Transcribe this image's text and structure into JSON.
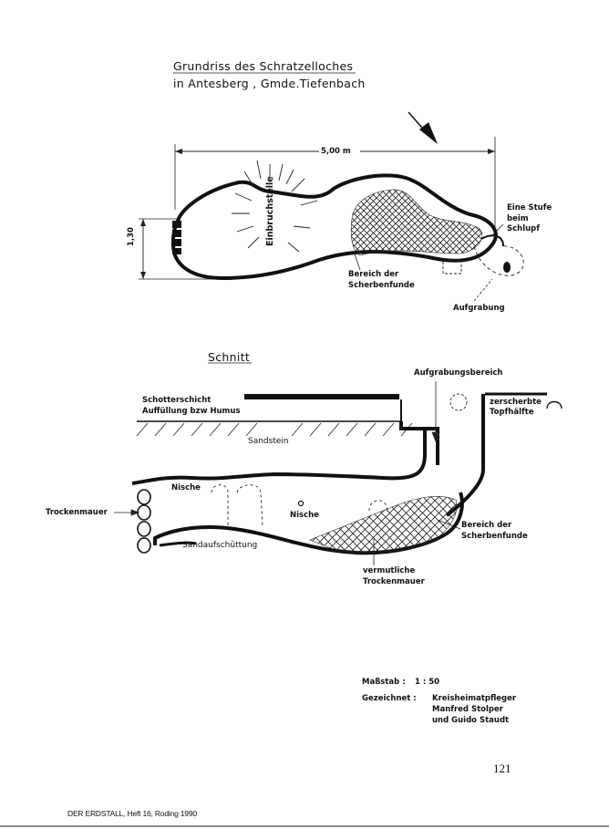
{
  "plan": {
    "title_line1": "Grundriss des Schratzelloches",
    "title_line2": "in Antesberg , Gmde.Tiefenbach",
    "north": "N",
    "dimension_width": "5,00 m",
    "dimension_height": "1,30",
    "label_einbruchstelle": "Einbruchstelle",
    "label_stufe_1": "Eine Stufe",
    "label_stufe_2": "beim",
    "label_stufe_3": "Schlupf",
    "label_scherben_1": "Bereich der",
    "label_scherben_2": "Scherbenfunde",
    "label_aufgrabung": "Aufgrabung"
  },
  "section": {
    "title": "Schnitt",
    "label_aufgrabungsbereich": "Aufgrabungsbereich",
    "label_schotter": "Schotterschicht",
    "label_auffuellung": "Auffüllung bzw Humus",
    "label_sandstein": "Sandstein",
    "label_zerscherbte_1": "zerscherbte",
    "label_zerscherbte_2": "Topfhälfte",
    "label_nische_a": "Nische",
    "label_nische_b": "Nische",
    "label_trockenmauer": "Trockenmauer",
    "label_sandaufschuettung": "Sandaufschüttung",
    "label_scherben_1": "Bereich der",
    "label_scherben_2": "Scherbenfunde",
    "label_vermutliche_1": "vermutliche",
    "label_vermutliche_2": "Trockenmauer"
  },
  "meta": {
    "scale_label": "Maßstab :",
    "scale_value": "1 : 50",
    "drawn_label": "Gezeichnet :",
    "drawn_by_1": "Kreisheimatpfleger",
    "drawn_by_2": "Manfred Stolper",
    "drawn_by_3": "und  Guido  Staudt"
  },
  "footer": {
    "page_number": "121",
    "source": "DER ERDSTALL, Heft 16, Roding 1990"
  }
}
